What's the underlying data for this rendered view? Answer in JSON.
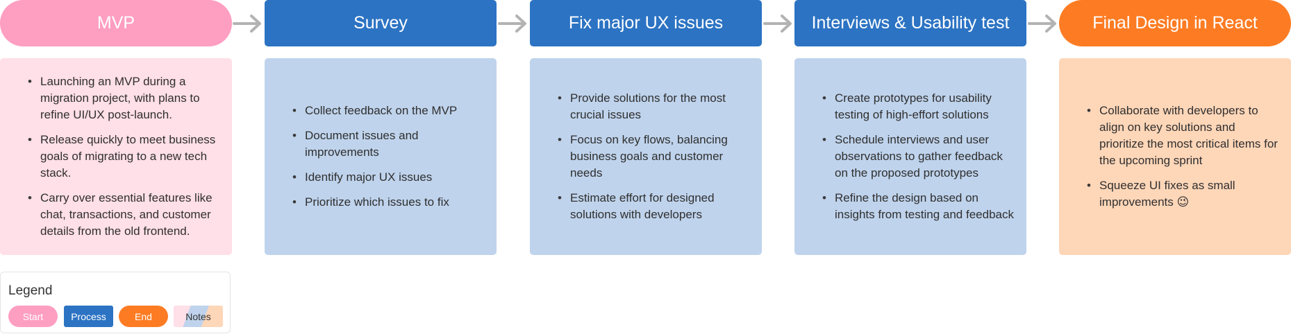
{
  "steps": [
    {
      "title": "MVP",
      "kind": "start",
      "notes": [
        "Launching an MVP during a migration project, with plans to refine UI/UX post-launch.",
        "Release quickly to meet business goals of migrating to a new tech stack.",
        "Carry over essential features like chat, transactions, and customer details from the old frontend."
      ]
    },
    {
      "title": "Survey",
      "kind": "process",
      "notes": [
        "Collect feedback on the MVP",
        "Document issues and improvements",
        "Identify major UX issues",
        "Prioritize which issues to fix"
      ]
    },
    {
      "title": "Fix major UX issues",
      "kind": "process",
      "notes": [
        "Provide solutions for the most crucial issues",
        "Focus on key flows, balancing business goals and customer needs",
        "Estimate effort for designed solutions with developers"
      ]
    },
    {
      "title": "Interviews & Usability test",
      "kind": "process",
      "notes": [
        "Create prototypes for usability testing of high-effort solutions",
        "Schedule interviews and user observations to gather feedback on the proposed prototypes",
        "Refine the design based on insights from testing and feedback"
      ]
    },
    {
      "title": "Final Design in React",
      "kind": "end",
      "notes": [
        "Collaborate with developers to align on key solutions and prioritize the most critical items for the upcoming sprint",
        "Squeeze UI fixes as small improvements 😉"
      ]
    }
  ],
  "legend": {
    "title": "Legend",
    "start": "Start",
    "process": "Process",
    "end": "End",
    "notes": "Notes"
  },
  "colors": {
    "start": "#fe9ec1",
    "process": "#2c73c3",
    "end": "#fd7c23",
    "notes_start": "#ffdfe8",
    "notes_process": "#bfd3ec",
    "notes_end": "#fed6b8",
    "arrow": "#b3b3b3"
  }
}
